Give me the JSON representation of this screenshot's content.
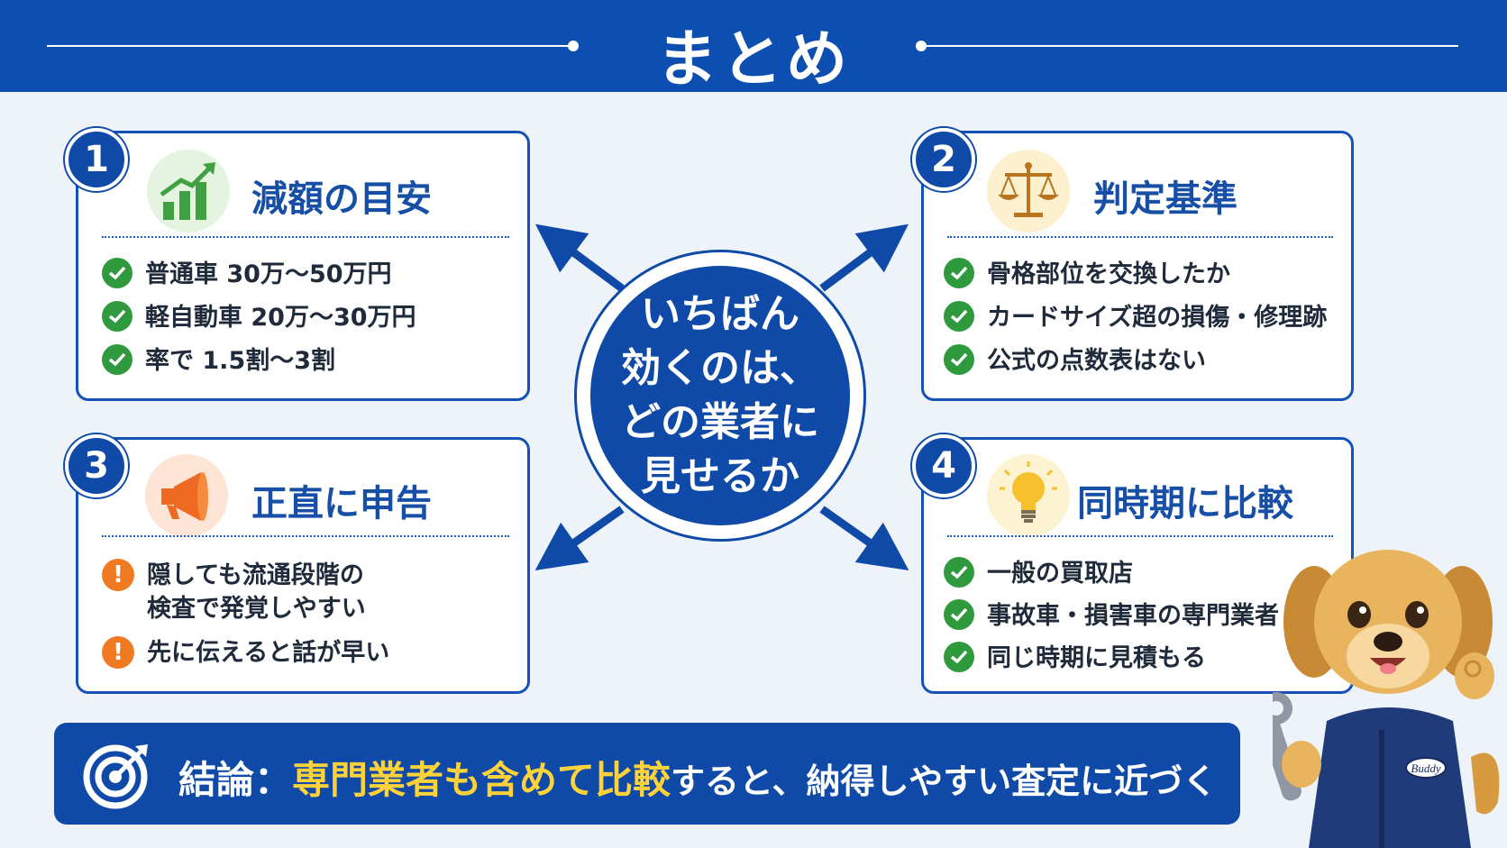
{
  "header": {
    "title": "まとめ"
  },
  "center": {
    "lines": [
      "いちばん",
      "効くのは、",
      "どの業者に",
      "見せるか"
    ]
  },
  "cards": [
    {
      "number": "1",
      "title": "減額の目安",
      "icon": "bar-chart-up-icon",
      "items": [
        "普通車 30万～50万円",
        "軽自動車 20万～30万円",
        "率で 1.5割～3割"
      ]
    },
    {
      "number": "2",
      "title": "判定基準",
      "icon": "scales-icon",
      "items": [
        "骨格部位を交換したか",
        "カードサイズ超の損傷・修理跡",
        "公式の点数表はない"
      ]
    },
    {
      "number": "3",
      "title": "正直に申告",
      "icon": "megaphone-icon",
      "items": [
        {
          "line1": "隠しても流通段階の",
          "line2": "検査で発覚しやすい"
        },
        {
          "line1": "先に伝えると話が早い"
        }
      ]
    },
    {
      "number": "4",
      "title": "同時期に比較",
      "icon": "lightbulb-icon",
      "items": [
        "一般の買取店",
        "事故車・損害車の専門業者",
        "同じ時期に見積もる"
      ]
    }
  ],
  "conclusion": {
    "lead": "結論：",
    "highlight": "専門業者も含めて比較",
    "rest": "すると、納得しやすい査定に近づく"
  },
  "mascot": {
    "badge": "Buddy"
  },
  "colors": {
    "primary": "#0f4aa8",
    "title_blue": "#174ea6",
    "check_green": "#2f9a3d",
    "warn_orange": "#f07a22",
    "highlight_yellow": "#ffd23a"
  }
}
